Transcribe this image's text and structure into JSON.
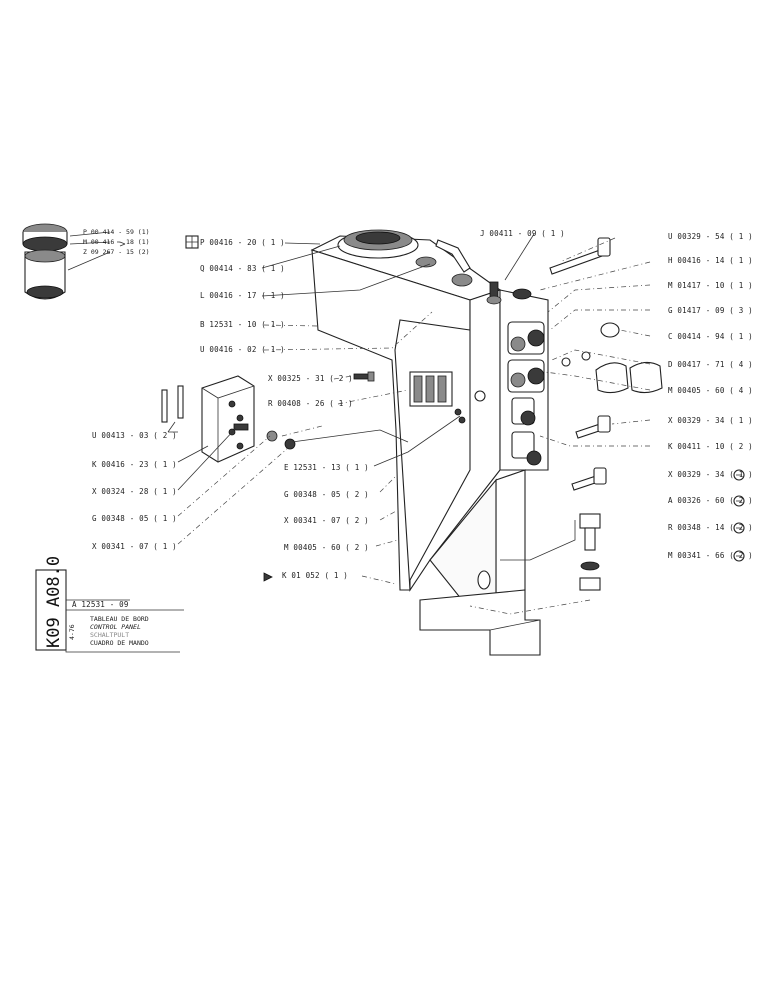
{
  "callouts": {
    "p00414_59": "P 00 414 - 59  (1)",
    "m00416_18": "M 00 416 - 18  (1)",
    "z09267_15": "Z 09 267 - 15  (2)",
    "p00416_20": "P 00416 - 20 ( 1 )",
    "q00414_83": "Q 00414 - 83 ( 1 )",
    "l00416_17": "L 00416 - 17 ( 1 )",
    "b12531_10": "B 12531 - 10 ( 1 )",
    "u00416_02": "U 00416 - 02 ( 1 )",
    "x00325_31": "X 00325 - 31 ( 2 )",
    "r00408_26": "R 00408 - 26 ( 1 )",
    "u00413_03": "U 00413 - 03 ( 2 )",
    "k00416_23": "K 00416 - 23 ( 1 )",
    "x00324_28": "X 00324 - 28 ( 1 )",
    "g00348_05a": "G 00348 - 05 ( 1 )",
    "x00341_07a": "X 00341 - 07 ( 1 )",
    "e12531_13": "E 12531 - 13 ( 1 )",
    "g00348_05b": "G 00348 - 05 ( 2 )",
    "x00341_07b": "X 00341 - 07 ( 2 )",
    "m00405_60b": "M 00405 - 60 ( 2 )",
    "k01052": "K 01 052 ( 1 )",
    "j00411_09": "J 00411 - 09 ( 1 )",
    "u00329_54": "U 00329 - 54 ( 1 )",
    "h00416_14": "H 00416 - 14 ( 1 )",
    "m01417_10": "M 01417 - 10 ( 1 )",
    "g01417_09": "G 01417 - 09 ( 3 )",
    "c00414_94": "C 00414 - 94 ( 1 )",
    "d00417_71": "D 00417 - 71 ( 4 )",
    "m00405_60a": "M 00405 - 60 ( 4 )",
    "x00329_34a": "X 00329 - 34 ( 1 )",
    "k00411_10": "K 00411 - 10 ( 2 )",
    "x00329_34b": "X 00329 - 34 ( 1 )",
    "a00326_60": "A 00326 - 60 ( 2 )",
    "r00348_14": "R 00348 - 14 ( 2 )",
    "m00341_66": "M 00341 - 66 ( 2 )"
  },
  "title_block": {
    "sheet_code": "K09 A08.0",
    "drawing_number": "A 12531 - 09",
    "revision": "4-76",
    "title_fr": "TABLEAU DE BORD",
    "title_en": "CONTROL PANEL",
    "title_de": "SCHALTPULT",
    "title_es": "CUADRO DE MANDO"
  }
}
